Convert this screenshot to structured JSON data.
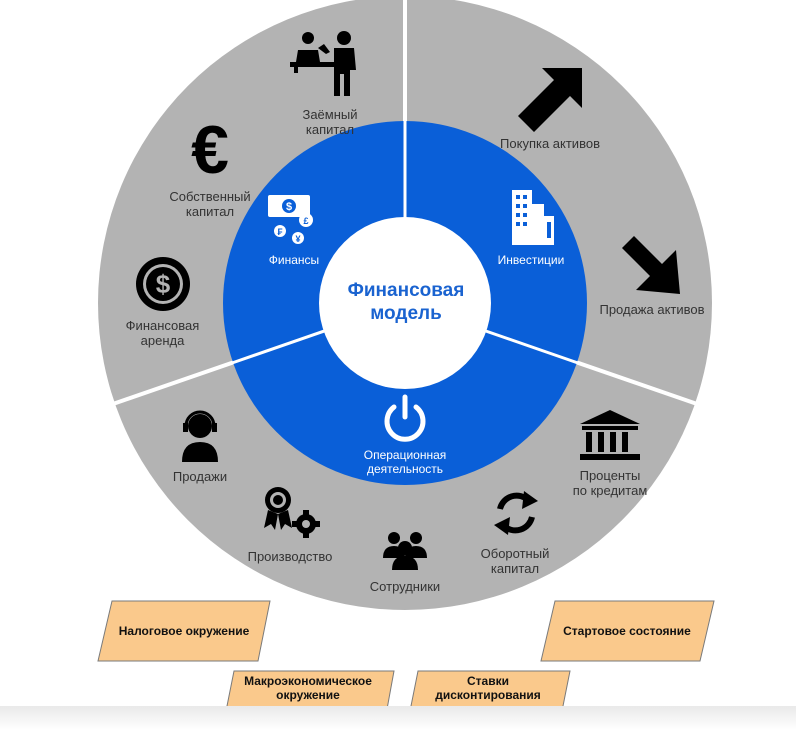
{
  "center": {
    "line1": "Финансовая",
    "line2": "модель"
  },
  "inner_sections": [
    {
      "key": "finance",
      "label": "Финансы",
      "icon": "money-exchange-icon"
    },
    {
      "key": "investments",
      "label": "Инвестиции",
      "icon": "buildings-icon"
    },
    {
      "key": "operations",
      "label_line1": "Операционная",
      "label_line2": "деятельность",
      "icon": "power-icon"
    }
  ],
  "outer_items": [
    {
      "key": "loan",
      "line1": "Заёмный",
      "line2": "капитал",
      "icon": "meeting-people-icon"
    },
    {
      "key": "asset-purchase",
      "line1": "Покупка активов",
      "icon": "arrow-up-right-icon"
    },
    {
      "key": "asset-sale",
      "line1": "Продажа активов",
      "icon": "arrow-down-right-icon"
    },
    {
      "key": "loan-interest",
      "line1": "Проценты",
      "line2": "по кредитам",
      "icon": "bank-icon"
    },
    {
      "key": "working-capital",
      "line1": "Оборотный",
      "line2": "капитал",
      "icon": "refresh-icon"
    },
    {
      "key": "employees",
      "line1": "Сотрудники",
      "icon": "people-group-icon"
    },
    {
      "key": "production",
      "line1": "Производство",
      "icon": "award-gear-icon"
    },
    {
      "key": "sales",
      "line1": "Продажи",
      "icon": "headset-operator-icon"
    },
    {
      "key": "leasing",
      "line1": "Финансовая",
      "line2": "аренда",
      "icon": "dollar-coin-icon"
    },
    {
      "key": "equity",
      "line1": "Собственный",
      "line2": "капитал",
      "icon": "euro-icon"
    }
  ],
  "external_factors": [
    {
      "key": "tax",
      "line1": "Налоговое окружение"
    },
    {
      "key": "start",
      "line1": "Стартовое состояние"
    },
    {
      "key": "macro",
      "line1": "Макроэкономическое",
      "line2": "окружение"
    },
    {
      "key": "discount",
      "line1": "Ставки",
      "line2": "дисконтирования"
    }
  ],
  "colors": {
    "outer_ring": "#b3b3b3",
    "inner_ring": "#0a5fd8",
    "center": "#ffffff",
    "title": "#1a63d0",
    "factor_fill": "#fac98c",
    "factor_border": "#7a7a7a"
  }
}
